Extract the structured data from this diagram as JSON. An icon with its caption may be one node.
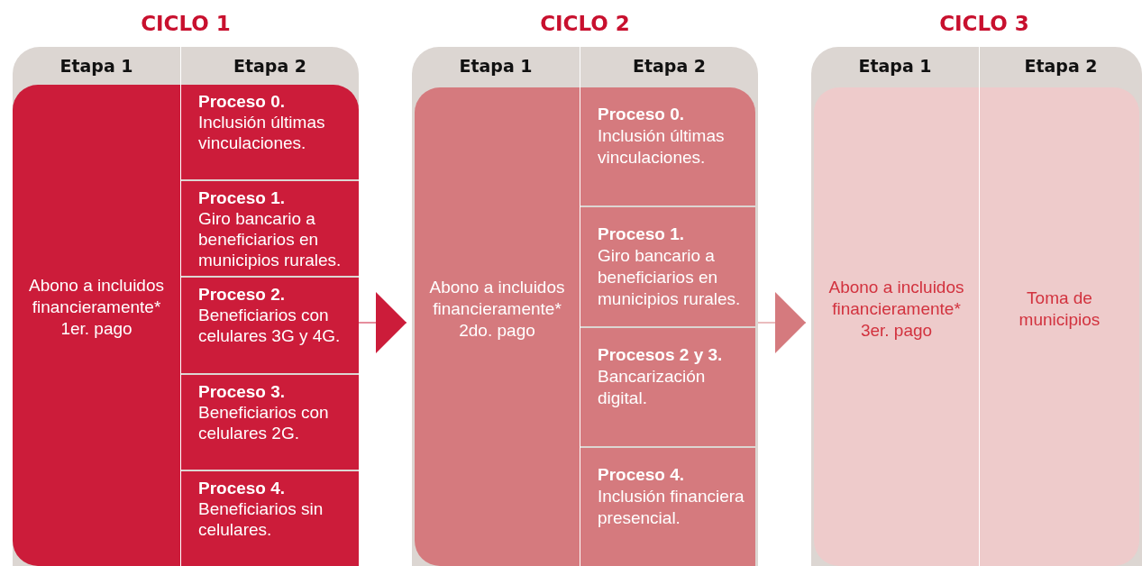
{
  "diagram": {
    "nodes": [
      {
        "text": [
          "CICLO 1"
        ]
      },
      {
        "text": [
          "Etapa 1",
          "Abono a incluidos financieramente* 1er. pago"
        ],
        "in": 0
      },
      {
        "text": [
          "Etapa 2"
        ],
        "in": 0
      },
      {
        "text": [
          "Proceso 0.",
          "Inclusión últimas vinculaciones."
        ],
        "in": 2
      },
      {
        "text": [
          "Proceso 1.",
          "Giro bancario a beneficiarios en municipios rurales."
        ],
        "in": 2
      },
      {
        "text": [
          "Proceso 2.",
          "Beneficiarios con celulares 3G y 4G."
        ],
        "in": 2
      },
      {
        "text": [
          "Proceso 3.",
          "Beneficiarios con celulares 2G."
        ],
        "in": 2
      },
      {
        "text": [
          "Proceso 4.",
          "Beneficiarios sin celulares."
        ],
        "in": 2
      },
      {
        "text": [
          "CICLO 2"
        ]
      },
      {
        "text": [
          "Etapa 1",
          "Abono a incluidos financieramente* 2do. pago"
        ],
        "in": 8
      },
      {
        "text": [
          "Etapa 2"
        ],
        "in": 8
      },
      {
        "text": [
          "Proceso 0.",
          "Inclusión últimas vinculaciones."
        ],
        "in": 10
      },
      {
        "text": [
          "Proceso 1.",
          "Giro bancario a beneficiarios en municipios rurales."
        ],
        "in": 10
      },
      {
        "text": [
          "Procesos 2 y 3.",
          "Bancarización digital."
        ],
        "in": 10
      },
      {
        "text": [
          "Proceso 4.",
          "Inclusión financiera presencial."
        ],
        "in": 10
      },
      {
        "text": [
          "CICLO 3"
        ]
      },
      {
        "text": [
          "Etapa 1",
          "Abono a incluidos financieramente* 3er. pago"
        ],
        "in": 15
      },
      {
        "text": [
          "Etapa 2",
          "Toma de municipios"
        ],
        "in": 15
      }
    ],
    "edges": [
      {
        "from": 0,
        "to": 8,
        "arrow": "to"
      },
      {
        "from": 8,
        "to": 15,
        "arrow": "to",
        "color": "#d57a7e"
      }
    ]
  }
}
